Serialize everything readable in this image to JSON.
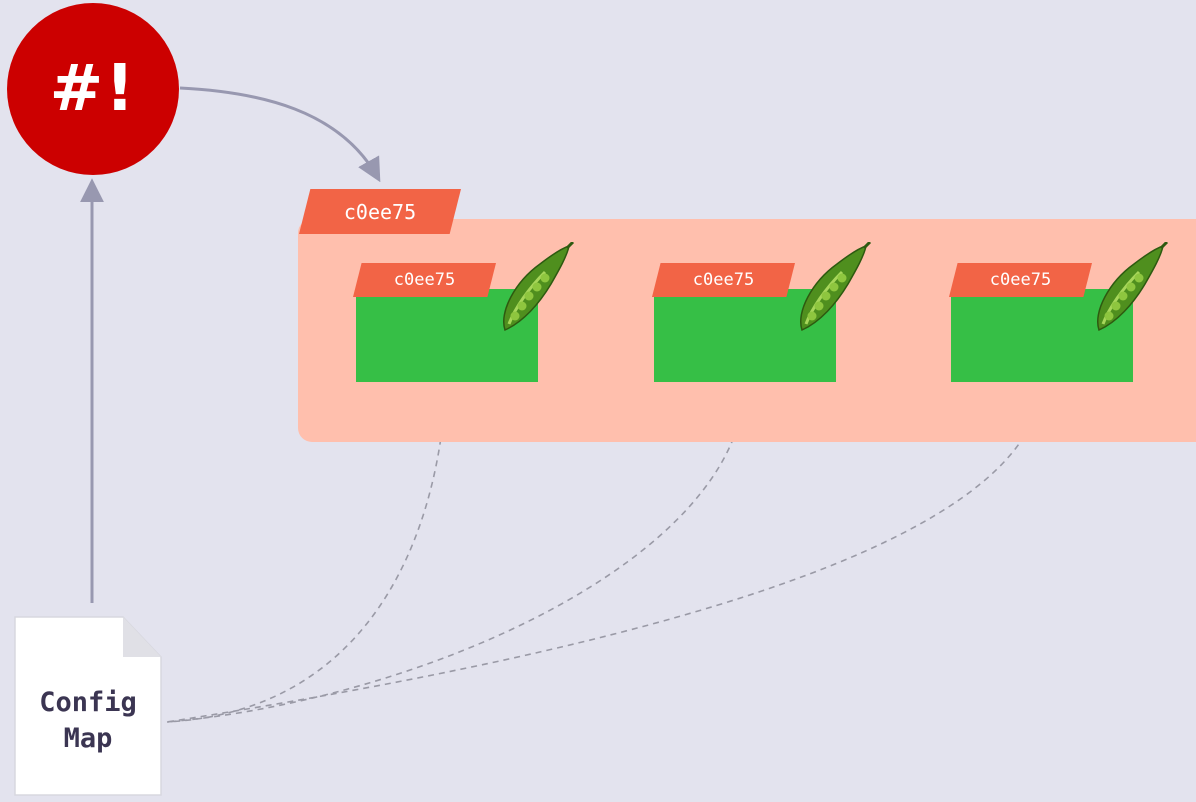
{
  "diagram": {
    "controller_label": "#!",
    "deployment_tag": "c0ee75",
    "pods": [
      {
        "tag": "c0ee75"
      },
      {
        "tag": "c0ee75"
      },
      {
        "tag": "c0ee75"
      }
    ],
    "config_map": {
      "line1": "Config",
      "line2": "Map"
    }
  },
  "colors": {
    "background": "#e3e3ee",
    "controller": "#cc0000",
    "deployment": "#ffbfad",
    "tag": "#f26446",
    "pod": "#36bf46",
    "arrow": "#9898b0",
    "dashed": "#9a9aa6"
  },
  "icons": {
    "pod_icon": "pea-pod-icon"
  }
}
